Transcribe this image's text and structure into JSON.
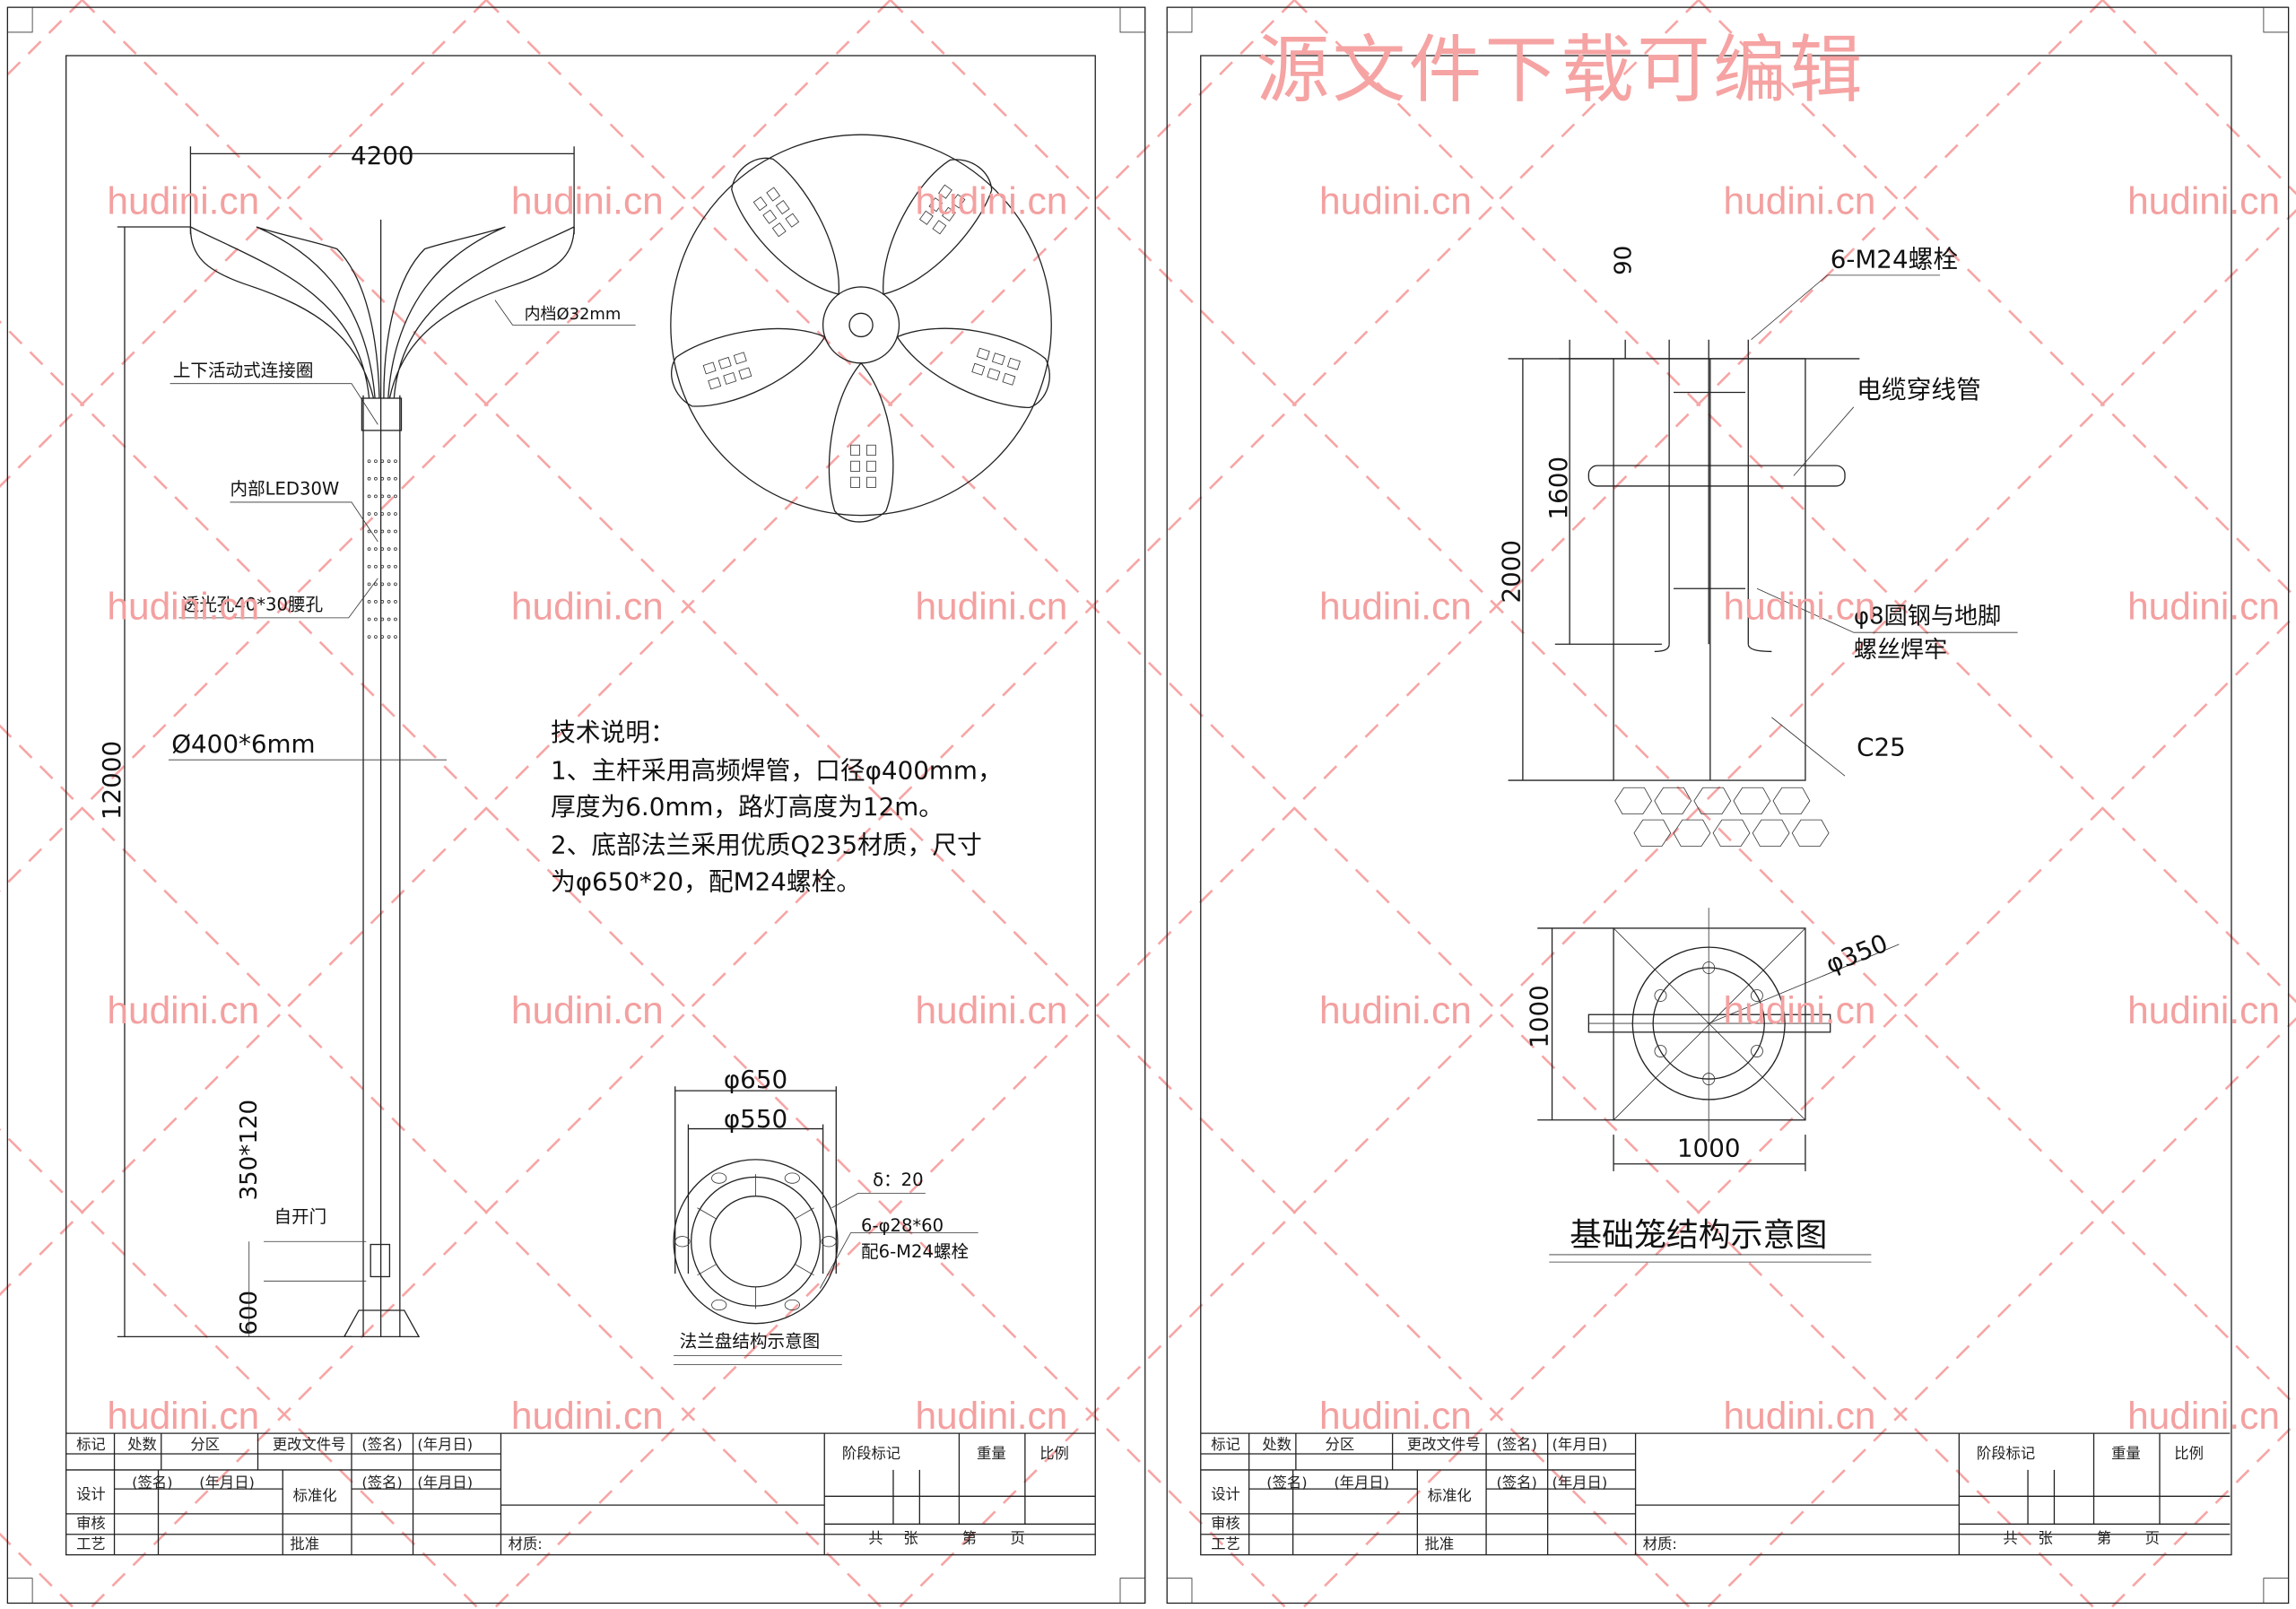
{
  "watermark": {
    "text": "hudini.cn",
    "banner": "源文件下载可编辑",
    "color": "#f4a0a0"
  },
  "left_sheet": {
    "dims": {
      "width_top": "4200",
      "height_total": "12000",
      "door": "350*120",
      "base": "600"
    },
    "callouts": {
      "inner_gap": "内档Ø32mm",
      "ring": "上下活动式连接圈",
      "led": "内部LED30W",
      "holes": "透光孔40*30腰孔",
      "pipe": "Ø400*6mm",
      "door": "自开门"
    },
    "notes": {
      "title": "技术说明：",
      "lines": [
        "1、主杆采用高频焊管，口径φ400mm，",
        "厚度为6.0mm，路灯高度为12m。",
        "2、底部法兰采用优质Q235材质，尺寸",
        "为φ650*20，配M24螺栓。"
      ]
    },
    "flange": {
      "d_outer": "φ650",
      "d_inner": "φ550",
      "thickness": "δ：20",
      "holes": "6-φ28*60",
      "bolts": "配6-M24螺栓",
      "title": "法兰盘结构示意图"
    }
  },
  "right_sheet": {
    "dims": {
      "top": "90",
      "cage": "1600",
      "depth": "2000",
      "plan_h": "1000",
      "plan_w": "1000",
      "circle": "φ350"
    },
    "callouts": {
      "bolts": "6-M24螺栓",
      "cable": "电缆穿线管",
      "rebar1": "φ8圆钢与地脚",
      "rebar2": "螺丝焊牢",
      "concrete": "C25"
    },
    "title": "基础笼结构示意图"
  },
  "title_block": {
    "row1": [
      "标记",
      "处数",
      "分区",
      "更改文件号",
      "(签名)",
      "(年月日)"
    ],
    "row2": [
      "设计",
      "(签名)",
      "(年月日)",
      "标准化",
      "(签名)",
      "(年月日)"
    ],
    "row3": [
      "审核"
    ],
    "row4": [
      "工艺",
      "批准",
      "材质:"
    ],
    "right_header": [
      "阶段标记",
      "重量",
      "比例"
    ],
    "sheets": [
      "共",
      "张",
      "第",
      "页"
    ]
  }
}
